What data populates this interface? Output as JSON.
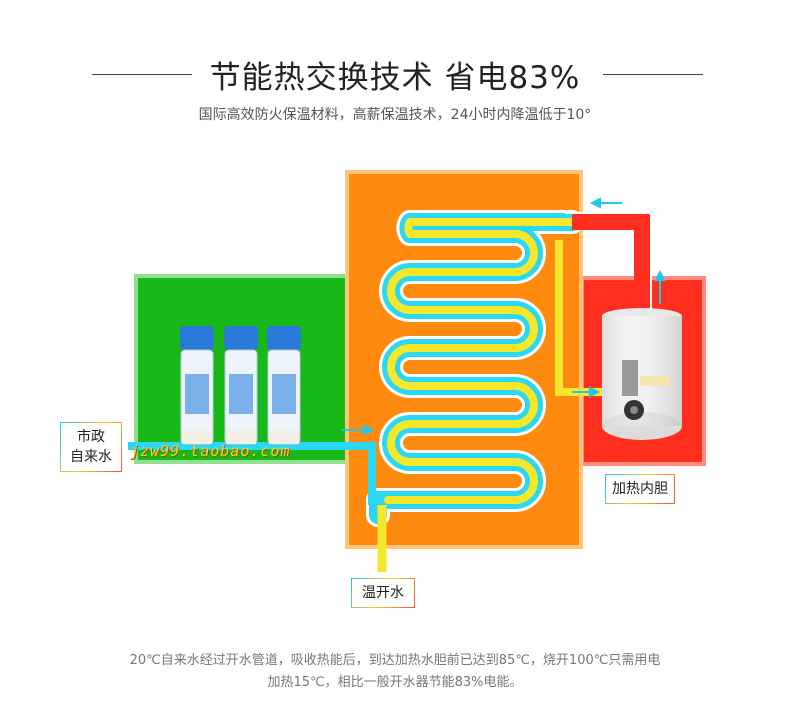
{
  "header": {
    "title": "节能热交换技术 省电83%",
    "subtitle": "国际高效防火保温材料，高薪保温技术，24小时内降温低于10°"
  },
  "diagram": {
    "labels": {
      "municipal_water": [
        "市政",
        "自来水"
      ],
      "warm_water": "温开水",
      "heating_tank": "加热内胆"
    },
    "watermark": "jzw99.taobao.com",
    "colors": {
      "filter_zone": "#18b818",
      "exchanger_zone": "#ff8a10",
      "heater_zone": "#ff2e1e",
      "cold_pipe": "#2ad8f5",
      "hot_pipe": "#f5e82a",
      "arrow": "#1ec8f0"
    },
    "icons": [
      "filter-cartridge-icon",
      "water-tank-icon",
      "flow-arrow-icon"
    ]
  },
  "footer": {
    "line1": "20℃自来水经过开水管道，吸收热能后，到达加热水胆前已达到85℃，烧开100℃只需用电",
    "line2": "加热15℃，相比一般开水器节能83%电能。"
  }
}
